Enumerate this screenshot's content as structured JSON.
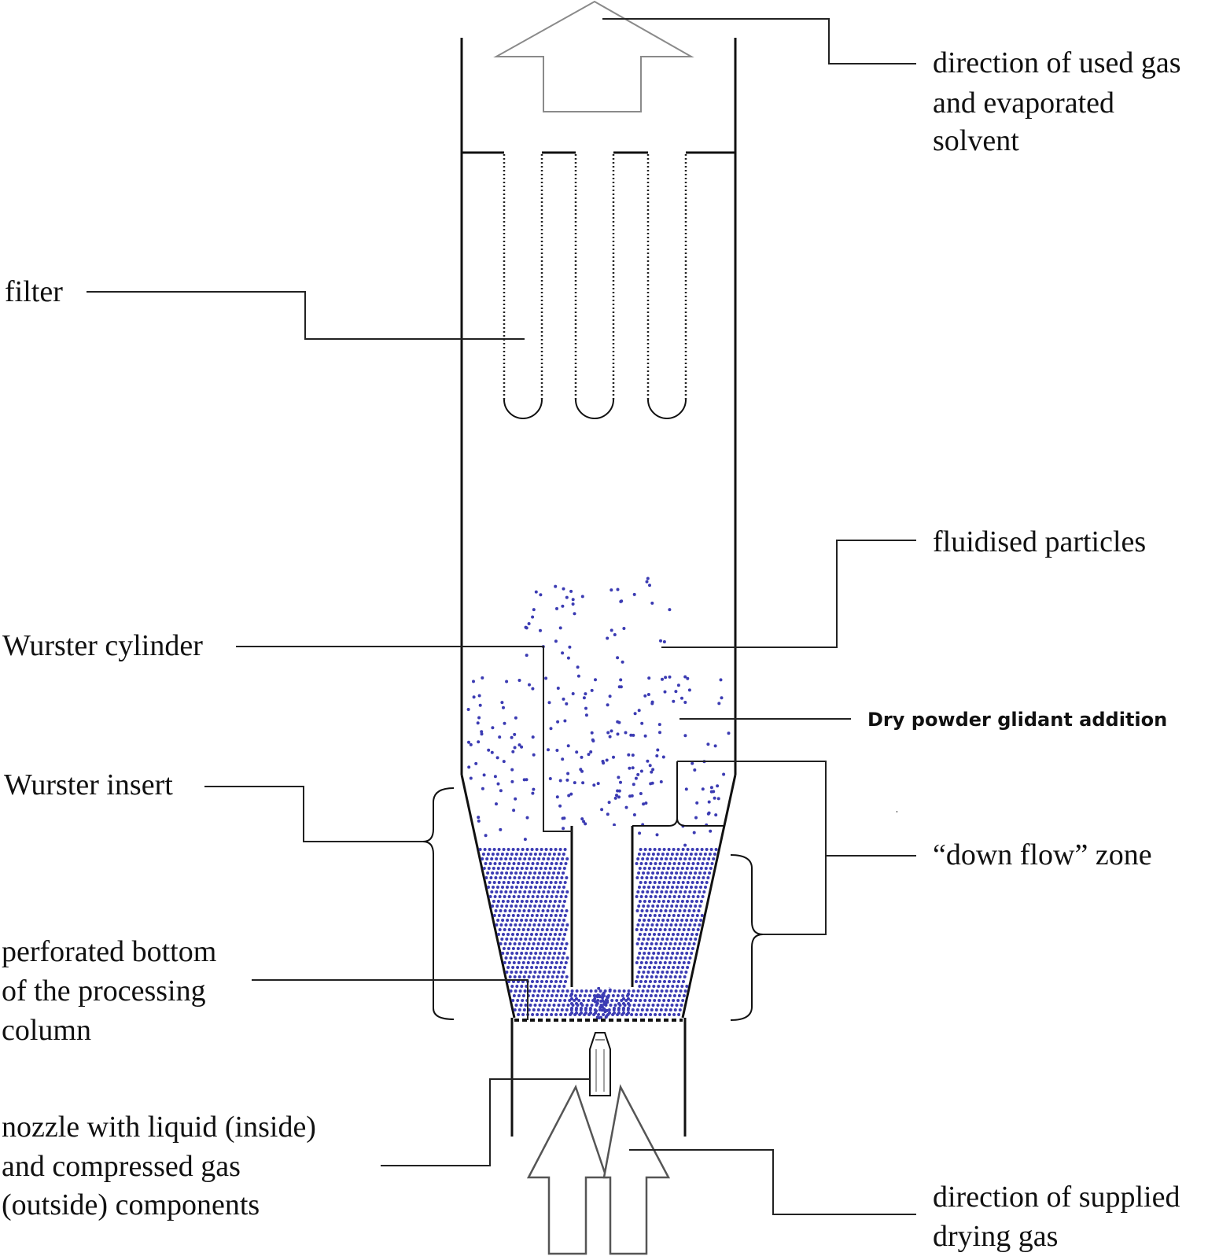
{
  "labels": {
    "used_gas_1": "direction of used gas",
    "used_gas_2": "and evaporated",
    "used_gas_3": "solvent",
    "filter": "filter",
    "fluidised": "fluidised particles",
    "wurster_cylinder": "Wurster cylinder",
    "glidant": "Dry powder glidant addition",
    "wurster_insert": "Wurster insert",
    "down_flow": "“down flow” zone",
    "perforated_1": "perforated bottom",
    "perforated_2": "of the processing",
    "perforated_3": "column",
    "nozzle_1": "nozzle with liquid (inside)",
    "nozzle_2": "and compressed gas",
    "nozzle_3": "(outside) components",
    "drying_gas_1": "direction of supplied",
    "drying_gas_2": "drying gas"
  },
  "colors": {
    "particle": "#3b3bb3",
    "arrow_top": "#8a8a8a",
    "arrow_bottom": "#555555",
    "line": "#111111"
  },
  "icons": {
    "exhaust_arrow": "up-arrow-outline",
    "supply_arrows": "up-arrow-outline-pair"
  }
}
